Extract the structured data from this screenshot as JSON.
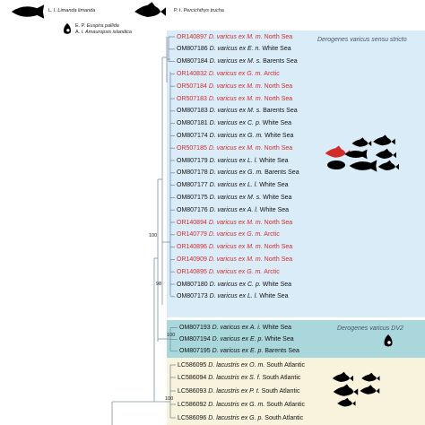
{
  "legend": [
    {
      "abbr": "L. l.",
      "name": "Limanda limanda",
      "icon": "flatfish-icon"
    },
    {
      "abbr": "P. t.",
      "name": "Percichthys trucha",
      "icon": "perch-icon"
    },
    {
      "abbr": "E. P.",
      "name": "Euspira pallida",
      "icon": "snail-icon"
    },
    {
      "abbr": "A. i.",
      "name": "Amauropsis islandica",
      "icon": "snail-icon"
    }
  ],
  "clades": [
    {
      "label": "Derogenes varicus sensu stricto",
      "color": "#d9ecf8"
    },
    {
      "label": "Derogenes varicus DV2",
      "color": "#a9d7db"
    },
    {
      "label": "",
      "color": "#f7f3dd"
    }
  ],
  "leaves": [
    {
      "acc": "OR140897",
      "sp": "D. varicus",
      "host": "ex M. m.",
      "loc": "North Sea",
      "red": true
    },
    {
      "acc": "OM807186",
      "sp": "D. varicus",
      "host": "ex E. n.",
      "loc": "White Sea",
      "red": false
    },
    {
      "acc": "OM807184",
      "sp": "D. varicus",
      "host": "ex M. s.",
      "loc": "Barents Sea",
      "red": false
    },
    {
      "acc": "OR140832",
      "sp": "D. varicus",
      "host": "ex G. m.",
      "loc": "Arctic",
      "red": true
    },
    {
      "acc": "OR507184",
      "sp": "D. varicus",
      "host": "ex M. m.",
      "loc": "North Sea",
      "red": true
    },
    {
      "acc": "OR507183",
      "sp": "D. varicus",
      "host": "ex M. m.",
      "loc": "North Sea",
      "red": true
    },
    {
      "acc": "OM807183",
      "sp": "D. varicus",
      "host": "ex M. s.",
      "loc": "Barents Sea",
      "red": false
    },
    {
      "acc": "OM807181",
      "sp": "D. varicus",
      "host": "ex C. p.",
      "loc": "White Sea",
      "red": false
    },
    {
      "acc": "OM807174",
      "sp": "D. varicus",
      "host": "ex G. m.",
      "loc": "White Sea",
      "red": false
    },
    {
      "acc": "OR507185",
      "sp": "D. varicus",
      "host": "ex M. m.",
      "loc": "North Sea",
      "red": true
    },
    {
      "acc": "OM807179",
      "sp": "D. varicus",
      "host": "ex L. l.",
      "loc": "White Sea",
      "red": false
    },
    {
      "acc": "OM807178",
      "sp": "D. varicus",
      "host": "ex G. m.",
      "loc": "Barents Sea",
      "red": false
    },
    {
      "acc": "OM807177",
      "sp": "D. varicus",
      "host": "ex L. l.",
      "loc": "White Sea",
      "red": false
    },
    {
      "acc": "OM807175",
      "sp": "D. varicus",
      "host": "ex M. s.",
      "loc": "White Sea",
      "red": false
    },
    {
      "acc": "OM807176",
      "sp": "D. varicus",
      "host": "ex A. l.",
      "loc": "White Sea",
      "red": false
    },
    {
      "acc": "OR140894",
      "sp": "D. varicus",
      "host": "ex M. m.",
      "loc": "North Sea",
      "red": true
    },
    {
      "acc": "OR140779",
      "sp": "D. varicus",
      "host": "ex G. m.",
      "loc": "Arctic",
      "red": true
    },
    {
      "acc": "OR140896",
      "sp": "D. varicus",
      "host": "ex M. m.",
      "loc": "North Sea",
      "red": true
    },
    {
      "acc": "OR140909",
      "sp": "D. varicus",
      "host": "ex M. m.",
      "loc": "North Sea",
      "red": true
    },
    {
      "acc": "OR140895",
      "sp": "D. varicus",
      "host": "ex G. m.",
      "loc": "Arctic",
      "red": true
    },
    {
      "acc": "OM807180",
      "sp": "D. varicus",
      "host": "ex C. p.",
      "loc": "White Sea",
      "red": false
    },
    {
      "acc": "OM807173",
      "sp": "D. varicus",
      "host": "ex L. l.",
      "loc": "White Sea",
      "red": false
    },
    {
      "acc": "OM807193",
      "sp": "D. varicus",
      "host": "ex A. i.",
      "loc": "White Sea",
      "red": false
    },
    {
      "acc": "OM807194",
      "sp": "D. varicus",
      "host": "ex E. p.",
      "loc": "White Sea",
      "red": false
    },
    {
      "acc": "OM807195",
      "sp": "D. varicus",
      "host": "ex E. p.",
      "loc": "Barents Sea",
      "red": false
    },
    {
      "acc": "LC586095",
      "sp": "D. lacustris",
      "host": "ex O. m.",
      "loc": "South Atlantic",
      "red": false
    },
    {
      "acc": "LC586094",
      "sp": "D. lacustris",
      "host": "ex S. f.",
      "loc": "South Atlantic",
      "red": false
    },
    {
      "acc": "LC586093",
      "sp": "D. lacustris",
      "host": "ex P. t.",
      "loc": "South Atlantic",
      "red": false
    },
    {
      "acc": "LC586092",
      "sp": "D. lacustris",
      "host": "ex G. m.",
      "loc": "South Atlantic",
      "red": false
    },
    {
      "acc": "LC586096",
      "sp": "D. lacustris",
      "host": "ex G. p.",
      "loc": "South Atlantic",
      "red": false
    }
  ],
  "support_values": [
    "100",
    "98",
    "100",
    "100"
  ],
  "colors": {
    "red_label": "#d22b2b",
    "branch": "#7a8fa6",
    "fish_red": "#d22b2b",
    "fish_black": "#000000"
  }
}
